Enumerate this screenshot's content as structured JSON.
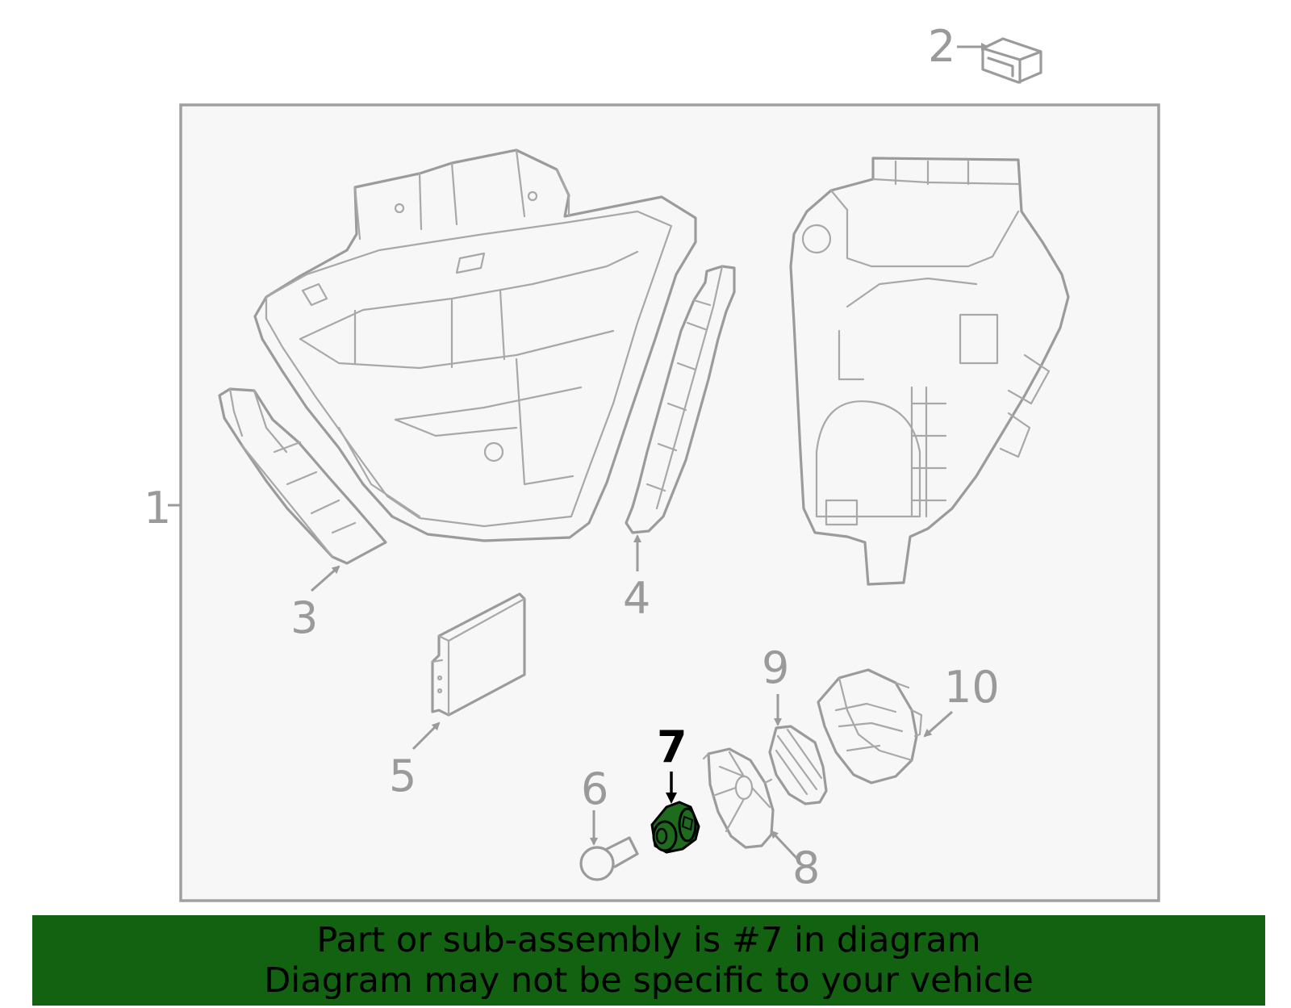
{
  "callouts": {
    "c1": "1",
    "c2": "2",
    "c3": "3",
    "c4": "4",
    "c5": "5",
    "c6": "6",
    "c7": "7",
    "c8": "8",
    "c9": "9",
    "c10": "10"
  },
  "highlight": {
    "part_number": "7",
    "color": "#1e6b1e"
  },
  "banner": {
    "line1": "Part or sub-assembly is #7 in diagram",
    "line2": "Diagram may not be specific to your vehicle",
    "background": "#126212"
  },
  "colors": {
    "outline": "#9b9b9b",
    "frame_fill": "#f7f7f7"
  }
}
